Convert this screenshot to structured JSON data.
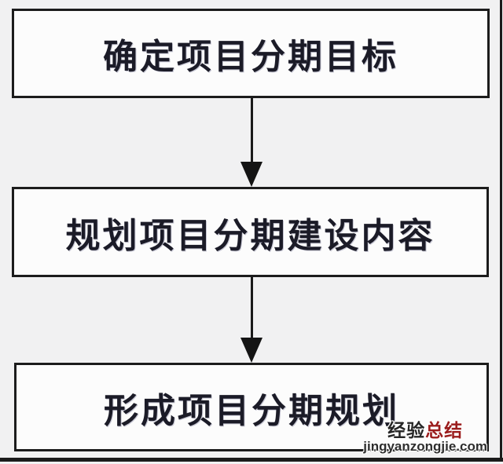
{
  "page": {
    "background_color": "#f1f1f2",
    "frame_color": "#1b1b1b"
  },
  "flowchart": {
    "type": "vertical-flow",
    "box_background": "#fcfcfc",
    "box_border_color": "#1c1c1c",
    "text_color": "#1b1b27",
    "arrow_color": "#141414",
    "nodes": [
      {
        "id": "step-1",
        "label": "确定项目分期目标"
      },
      {
        "id": "step-2",
        "label": "规划项目分期建设内容"
      },
      {
        "id": "step-3",
        "label": "形成项目分期规划"
      }
    ],
    "connections": [
      {
        "from": "step-1",
        "to": "step-2",
        "style": "arrow-down"
      },
      {
        "from": "step-2",
        "to": "step-3",
        "style": "arrow-down"
      }
    ]
  },
  "watermark": {
    "title_dark": "经验",
    "title_red": "总结",
    "title_dark_color": "#262626",
    "title_red_color": "#9b1d1d",
    "domain": "jingyanzongjie.com",
    "domain_color": "#2e2e2e"
  }
}
